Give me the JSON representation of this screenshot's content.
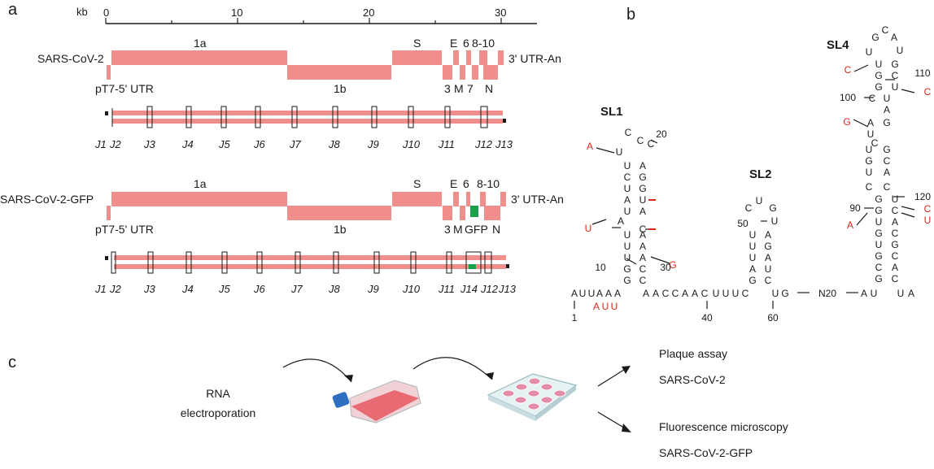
{
  "panels": {
    "a": "a",
    "b": "b",
    "c": "c"
  },
  "ruler": {
    "unit": "kb",
    "ticks": [
      "0",
      "10",
      "20",
      "30"
    ]
  },
  "genome1": {
    "name": "SARS-CoV-2",
    "utr5": "pT7-5' UTR",
    "utr3": "3' UTR-An",
    "top_labels": [
      "1a",
      "S",
      "E",
      "6",
      "8-10"
    ],
    "bottom_labels": [
      "1b",
      "3",
      "M",
      "7",
      "N"
    ]
  },
  "genome2": {
    "name": "SARS-CoV-2-GFP",
    "utr5": "pT7-5' UTR",
    "utr3": "3' UTR-An",
    "top_labels": [
      "1a",
      "S",
      "E",
      "6",
      "8-10"
    ],
    "bottom_labels": [
      "1b",
      "3",
      "M",
      "GFP",
      "N"
    ],
    "gfp_color": "#1aa04a"
  },
  "junctions1": [
    "J1",
    "J2",
    "J3",
    "J4",
    "J5",
    "J6",
    "J7",
    "J8",
    "J9",
    "J10",
    "J11",
    "J12",
    "J13"
  ],
  "junctions2": [
    "J1",
    "J2",
    "J3",
    "J4",
    "J5",
    "J6",
    "J7",
    "J8",
    "J9",
    "J10",
    "J11",
    "J14",
    "J12",
    "J13"
  ],
  "structure": {
    "stem_loops": [
      "SL1",
      "SL2",
      "SL4"
    ],
    "linker": "N20",
    "position_numbers": [
      "1",
      "10",
      "20",
      "30",
      "40",
      "50",
      "60",
      "90",
      "100",
      "110",
      "120"
    ],
    "colors": {
      "genome": "#ef8e8b",
      "mutation": "#e0251b"
    }
  },
  "workflow": {
    "step1": [
      "RNA",
      "electroporation"
    ],
    "out1": [
      "Plaque assay",
      "SARS-CoV-2"
    ],
    "out2": [
      "Fluorescence microscopy",
      "SARS-CoV-2-GFP"
    ]
  }
}
